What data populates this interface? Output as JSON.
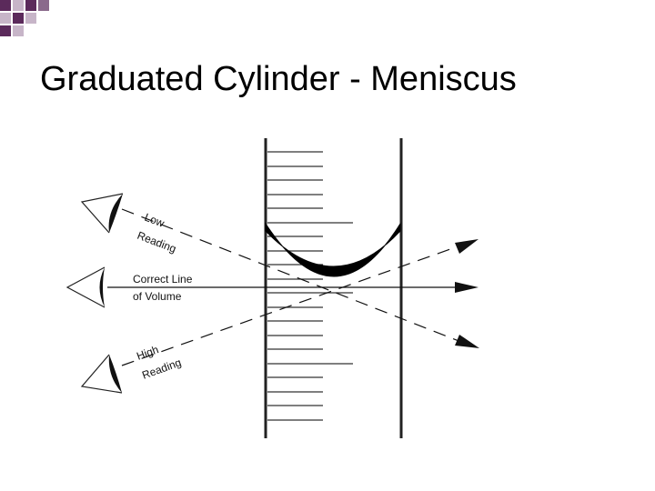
{
  "slide": {
    "title": "Graduated Cylinder - Meniscus",
    "accent_colors": [
      "#5b2a5b",
      "#8a6a8c",
      "#c7b5c8"
    ]
  },
  "diagram": {
    "labels": {
      "low_line1": "Low",
      "low_line2": "Reading",
      "correct_line1": "Correct Line",
      "correct_line2": "of Volume",
      "high_line1": "High",
      "high_line2": "Reading"
    }
  }
}
